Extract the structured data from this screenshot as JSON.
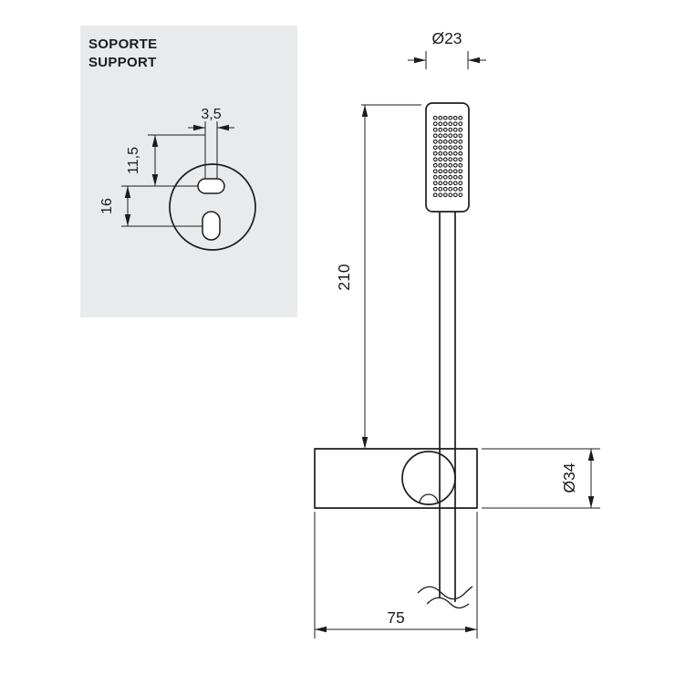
{
  "panel": {
    "title_line1": "SOPORTE",
    "title_line2": "SUPPORT",
    "dimensions": {
      "slot_width": "3,5",
      "upper_slot_offset": "11,5",
      "slot_spacing": "16"
    }
  },
  "main_view": {
    "dimensions": {
      "head_diameter": "Ø23",
      "handset_length": "210",
      "holder_diameter": "Ø34",
      "bracket_width": "75"
    }
  },
  "colors": {
    "background": "#ffffff",
    "panel_background": "#e9eaec",
    "line": "#1c1c1c"
  }
}
